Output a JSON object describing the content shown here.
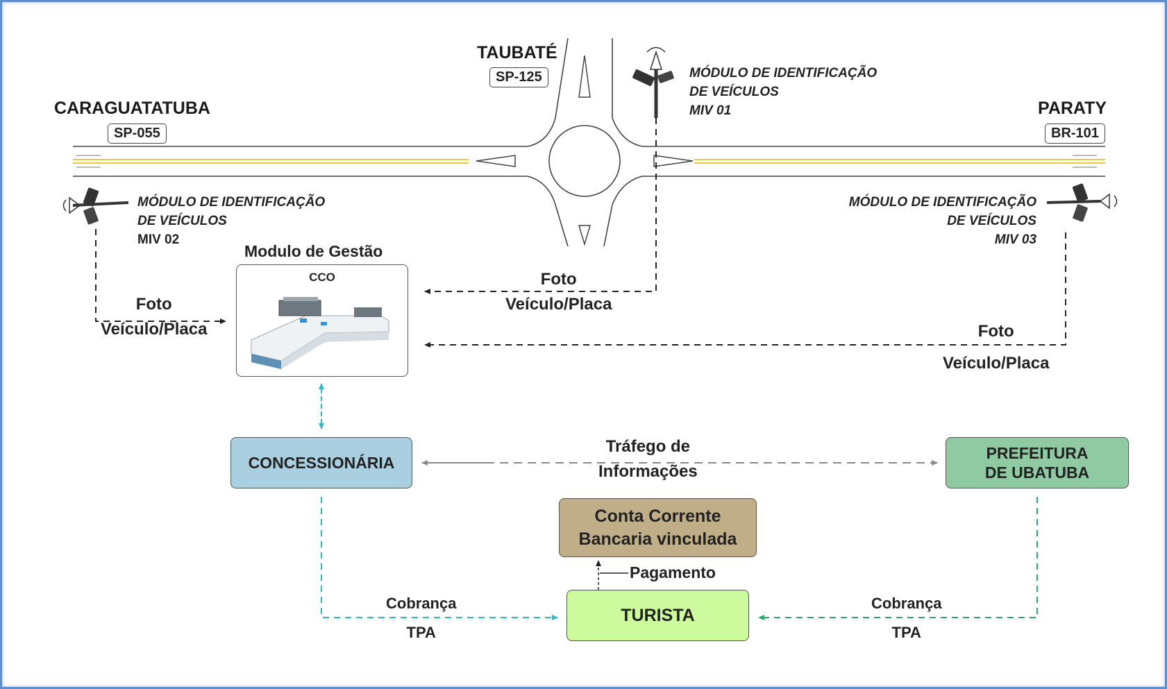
{
  "cities": {
    "taubate": "TAUBATÉ",
    "caraguatatuba": "CARAGUATATUBA",
    "paraty": "PARATY"
  },
  "roads": {
    "sp125": "SP-125",
    "sp055": "SP-055",
    "br101": "BR-101"
  },
  "miv": {
    "m1_line1": "MÓDULO DE IDENTIFICAÇÃO",
    "m1_line2": "DE VEÍCULOS",
    "m1_line3": "MIV 01",
    "m2_line1": "MÓDULO DE IDENTIFICAÇÃO",
    "m2_line2": "DE VEÍCULOS",
    "m2_line3": "MIV 02",
    "m3_line1": "MÓDULO DE IDENTIFICAÇÃO",
    "m3_line2": "DE VEÍCULOS",
    "m3_line3": "MIV 03"
  },
  "gestao": {
    "title": "Modulo de Gestão",
    "cco": "CCO"
  },
  "flows": {
    "foto": "Foto",
    "veiculo_placa": "Veículo/Placa",
    "trafego_line1": "Tráfego de",
    "trafego_line2": "Informações",
    "pagamento": "Pagamento",
    "cobranca": "Cobrança",
    "tpa": "TPA"
  },
  "boxes": {
    "concessionaria": "CONCESSIONÁRIA",
    "prefeitura_line1": "PREFEITURA",
    "prefeitura_line2": "DE UBATUBA",
    "conta_line1": "Conta Corrente",
    "conta_line2": "Bancaria vinculada",
    "turista": "TURISTA"
  },
  "colors": {
    "concessionaria": "#a9cfe0",
    "prefeitura": "#8fcaa3",
    "conta": "#bfae88",
    "turista": "#ccfa9c",
    "cyan_arrow": "#2fb6c8",
    "green_arrow": "#2aa86a",
    "frame": "#5b8fd0"
  }
}
